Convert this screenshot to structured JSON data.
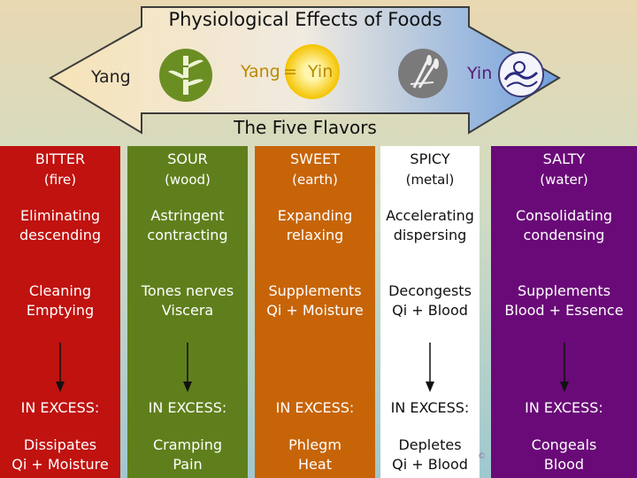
{
  "title": "Physiological Effects of Foods",
  "subtitle": "The Five Flavors",
  "scale": {
    "left_label": "Yang",
    "center_left": "Yang",
    "center_sign": "=",
    "center_right": "Yin",
    "right_label": "Yin"
  },
  "icons": [
    "bamboo-icon",
    "sun-icon",
    "wheat-icon",
    "wave-icon"
  ],
  "colors": {
    "bitter": "#c0120f",
    "sour": "#5f7f1c",
    "sweet": "#c76408",
    "spicy": "#ffffff",
    "salty": "#6a0a78"
  },
  "flavors": [
    {
      "name": "BITTER",
      "element": "(fire)",
      "effect1": [
        "Eliminating",
        "descending"
      ],
      "effect2": [
        "Cleaning",
        "Emptying"
      ],
      "excess": "IN EXCESS:",
      "result": [
        "Dissipates",
        "Qi + Moisture"
      ]
    },
    {
      "name": "SOUR",
      "element": "(wood)",
      "effect1": [
        "Astringent",
        "contracting"
      ],
      "effect2": [
        "Tones nerves",
        "Viscera"
      ],
      "excess": "IN EXCESS:",
      "result": [
        "Cramping",
        "Pain"
      ]
    },
    {
      "name": "SWEET",
      "element": "(earth)",
      "effect1": [
        "Expanding",
        "relaxing"
      ],
      "effect2": [
        "Supplements",
        "Qi + Moisture"
      ],
      "excess": "IN EXCESS:",
      "result": [
        "Phlegm",
        "Heat"
      ]
    },
    {
      "name": "SPICY",
      "element": "(metal)",
      "effect1": [
        "Accelerating",
        "dispersing"
      ],
      "effect2": [
        "Decongests",
        "Qi +  Blood"
      ],
      "excess": "IN EXCESS:",
      "result": [
        "Depletes",
        "Qi +  Blood"
      ]
    },
    {
      "name": "SALTY",
      "element": "(water)",
      "effect1": [
        "Consolidating",
        "condensing"
      ],
      "effect2": [
        "Supplements",
        "Blood + Essence"
      ],
      "excess": "IN EXCESS:",
      "result": [
        "Congeals",
        "Blood"
      ]
    }
  ],
  "footer_mark": "©"
}
